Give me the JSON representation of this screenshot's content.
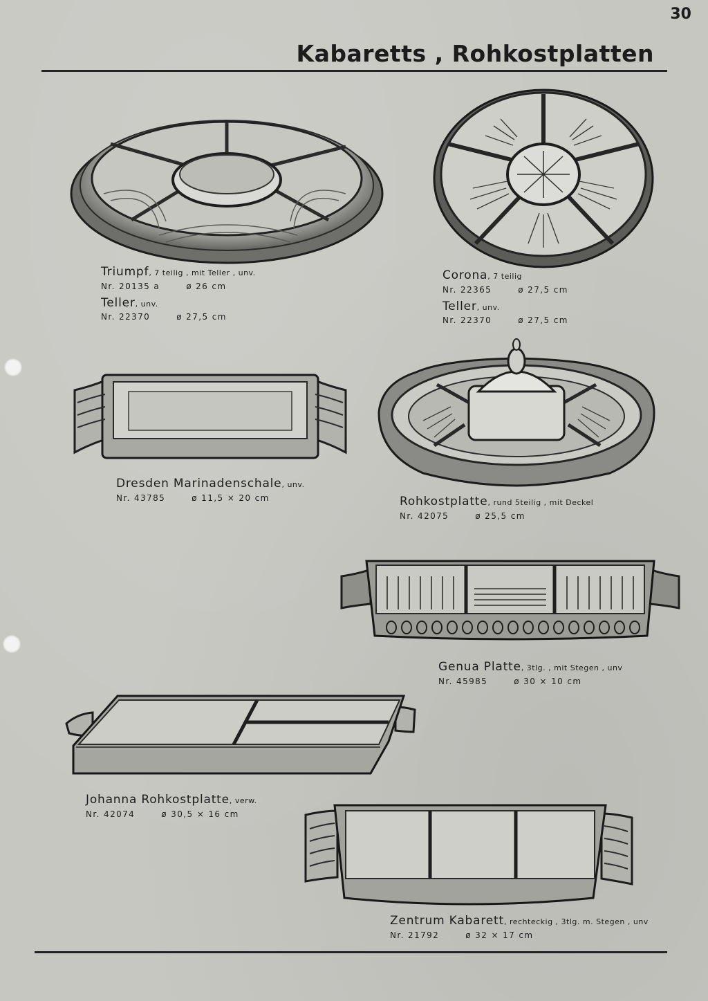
{
  "page": {
    "number": "30",
    "title": "Kabaretts , Rohkostplatten"
  },
  "products": [
    {
      "name": "Triumpf",
      "detail": ", 7 teilig , mit Teller , unv.",
      "nr": "Nr. 20135 a",
      "size": "ø 26 cm",
      "sub_name": "Teller",
      "sub_detail": ", unv.",
      "sub_nr": "Nr. 22370",
      "sub_size": "ø 27,5 cm",
      "icon": "round-divided-tray-image"
    },
    {
      "name": "Corona",
      "detail": ", 7 teilig",
      "nr": "Nr. 22365",
      "size": "ø 27,5 cm",
      "sub_name": "Teller",
      "sub_detail": ", unv.",
      "sub_nr": "Nr. 22370",
      "sub_size": "ø 27,5 cm",
      "icon": "star-cut-round-tray-image"
    },
    {
      "name": "Dresden Marinadenschale",
      "detail": ", unv.",
      "nr": "Nr. 43785",
      "size": "ø 11,5 × 20 cm",
      "icon": "rectangular-dish-image"
    },
    {
      "name": "Rohkostplatte",
      "detail": ", rund 5teilig , mit Deckel",
      "nr": "Nr. 42075",
      "size": "ø 25,5 cm",
      "icon": "covered-round-platter-image"
    },
    {
      "name": "Genua Platte",
      "detail": ", 3tlg. , mit Stegen , unv",
      "nr": "Nr. 45985",
      "size": "ø 30 × 10 cm",
      "icon": "three-part-cut-glass-tray-image"
    },
    {
      "name": "Johanna Rohkostplatte",
      "detail": ", verw.",
      "nr": "Nr. 42074",
      "size": "ø 30,5 × 16 cm",
      "icon": "three-part-rectangular-platter-image"
    },
    {
      "name": "Zentrum Kabarett",
      "detail": ", rechteckig , 3tlg. m. Stegen , unv",
      "nr": "Nr. 21792",
      "size": "ø 32 × 17 cm",
      "icon": "rectangular-cabaret-tray-image"
    }
  ]
}
